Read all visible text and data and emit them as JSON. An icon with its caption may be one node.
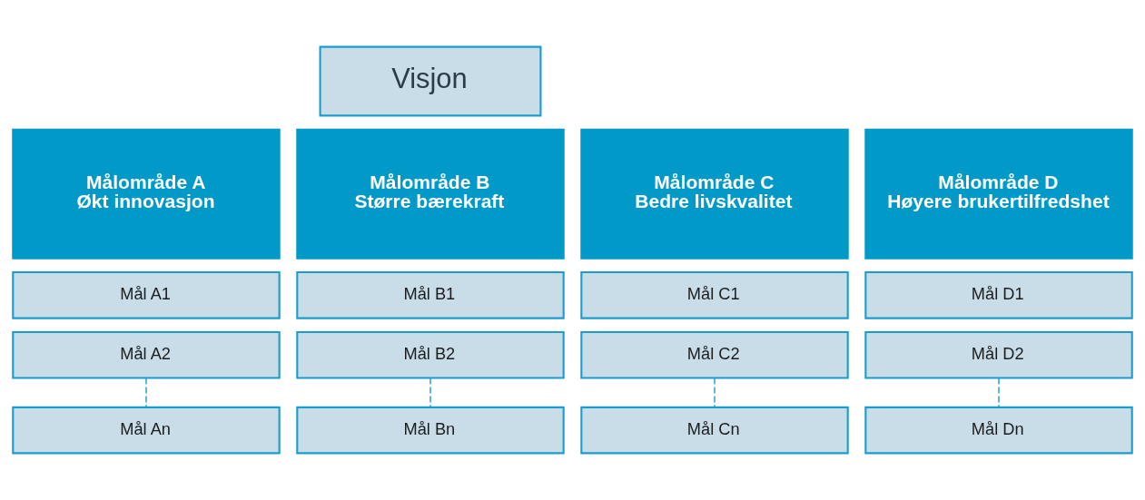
{
  "diagram": {
    "nodes": [
      {
        "text": [
          "Visjon"
        ]
      },
      {
        "text": [
          "Målområde A",
          "Økt innovasjon"
        ]
      },
      {
        "text": [
          "Målområde B",
          "Større bærekraft"
        ]
      },
      {
        "text": [
          "Målområde C",
          "Bedre livskvalitet"
        ]
      },
      {
        "text": [
          "Målområde D",
          "Høyere brukertilfredshet"
        ]
      },
      {
        "text": [
          "Mål A1"
        ]
      },
      {
        "text": [
          "Mål B1"
        ]
      },
      {
        "text": [
          "Mål C1"
        ]
      },
      {
        "text": [
          "Mål D1"
        ]
      },
      {
        "text": [
          "Mål A2"
        ]
      },
      {
        "text": [
          "Mål B2"
        ]
      },
      {
        "text": [
          "Mål C2"
        ]
      },
      {
        "text": [
          "Mål D2"
        ]
      },
      {
        "text": [
          "Mål An"
        ]
      },
      {
        "text": [
          "Mål Bn"
        ]
      },
      {
        "text": [
          "Mål Cn"
        ]
      },
      {
        "text": [
          "Mål Dn"
        ]
      }
    ],
    "edges": [
      {
        "from": 9,
        "to": 13,
        "arrow": "none",
        "style": "dashed"
      },
      {
        "from": 10,
        "to": 14,
        "arrow": "none",
        "style": "dashed"
      },
      {
        "from": 11,
        "to": 15,
        "arrow": "none",
        "style": "dashed"
      },
      {
        "from": 12,
        "to": 16,
        "arrow": "none",
        "style": "dashed"
      }
    ]
  }
}
